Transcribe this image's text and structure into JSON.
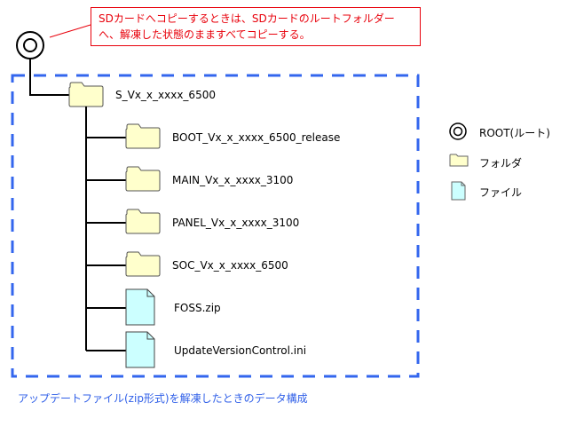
{
  "callout": {
    "line1": "SDカードへコピーするときは、SDカードのルートフォルダー",
    "line2": "へ、解凍した状態のまますべてコピーする。"
  },
  "tree": {
    "root_icon": "root-icon",
    "top_folder": "S_Vx_x_xxxx_6500",
    "children": [
      {
        "type": "folder",
        "name": "BOOT_Vx_x_xxxx_6500_release"
      },
      {
        "type": "folder",
        "name": "MAIN_Vx_x_xxxx_3100"
      },
      {
        "type": "folder",
        "name": "PANEL_Vx_x_xxxx_3100"
      },
      {
        "type": "folder",
        "name": "SOC_Vx_x_xxxx_6500"
      },
      {
        "type": "file",
        "name": "FOSS.zip"
      },
      {
        "type": "file",
        "name": "UpdateVersionControl.ini"
      }
    ]
  },
  "legend": {
    "root": "ROOT(ルート)",
    "folder": "フォルダ",
    "file": "ファイル"
  },
  "caption": "アップデートファイル(zip形式)を解凍したときのデータ構成",
  "colors": {
    "callout": "#e8000b",
    "dash": "#3366ee",
    "caption": "#2f5fe8",
    "folder_fill": "#ffffcc",
    "file_fill": "#ccffff"
  }
}
